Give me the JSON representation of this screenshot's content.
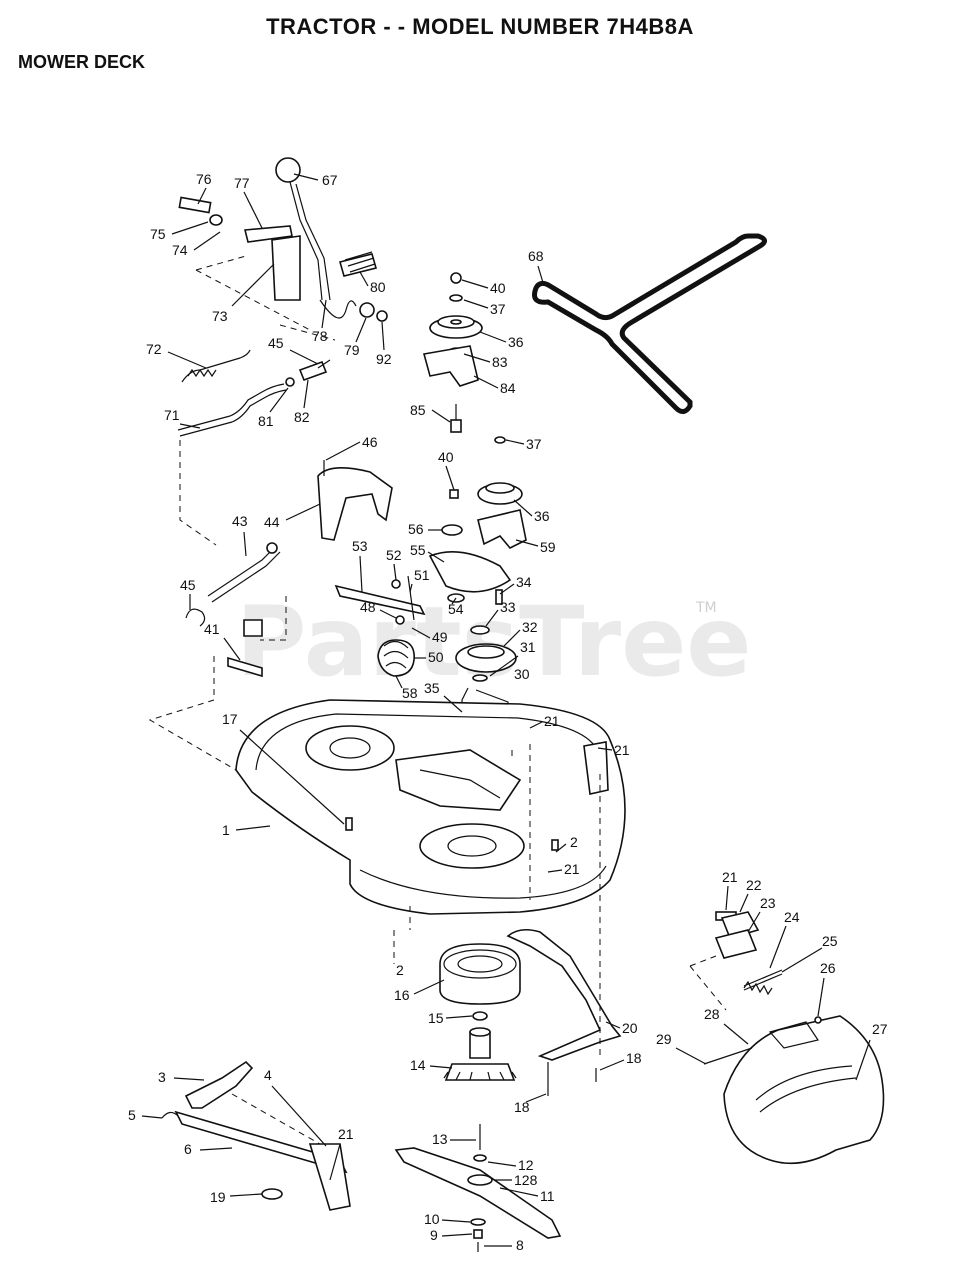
{
  "header": {
    "title": "TRACTOR - - MODEL NUMBER 7H4B8A",
    "subtitle": "MOWER DECK"
  },
  "watermark": {
    "text": "PartsTree",
    "tm": "TM"
  },
  "labels": {
    "l67": "67",
    "l76": "76",
    "l77": "77",
    "l75": "75",
    "l74": "74",
    "l73": "73",
    "l80": "80",
    "l78": "78",
    "l79": "79",
    "l92": "92",
    "l72": "72",
    "l45a": "45",
    "l81": "81",
    "l82": "82",
    "l71": "71",
    "l68": "68",
    "l40a": "40",
    "l37a": "37",
    "l36a": "36",
    "l83": "83",
    "l84": "84",
    "l85": "85",
    "l46": "46",
    "l44": "44",
    "l40b": "40",
    "l37b": "37",
    "l36b": "36",
    "l56": "56",
    "l59": "59",
    "l55": "55",
    "l53": "53",
    "l52": "52",
    "l51": "51",
    "l34": "34",
    "l48": "48",
    "l54": "54",
    "l33": "33",
    "l32": "32",
    "l49": "49",
    "l50": "50",
    "l31": "31",
    "l43": "43",
    "l45b": "45",
    "l41": "41",
    "l58": "58",
    "l35": "35",
    "l30": "30",
    "l21a": "21",
    "l21b": "21",
    "l17": "17",
    "l1": "1",
    "l2a": "2",
    "l21c": "21",
    "l21d": "21",
    "l22": "22",
    "l23": "23",
    "l24": "24",
    "l25": "25",
    "l26": "26",
    "l2b": "2",
    "l16": "16",
    "l15": "15",
    "l20": "20",
    "l28": "28",
    "l27": "27",
    "l29": "29",
    "l14": "14",
    "l18a": "18",
    "l18b": "18",
    "l3": "3",
    "l4": "4",
    "l5": "5",
    "l21e": "21",
    "l6": "6",
    "l13": "13",
    "l12": "12",
    "l128": "128",
    "l19": "19",
    "l11": "11",
    "l10": "10",
    "l9": "9",
    "l8": "8"
  }
}
